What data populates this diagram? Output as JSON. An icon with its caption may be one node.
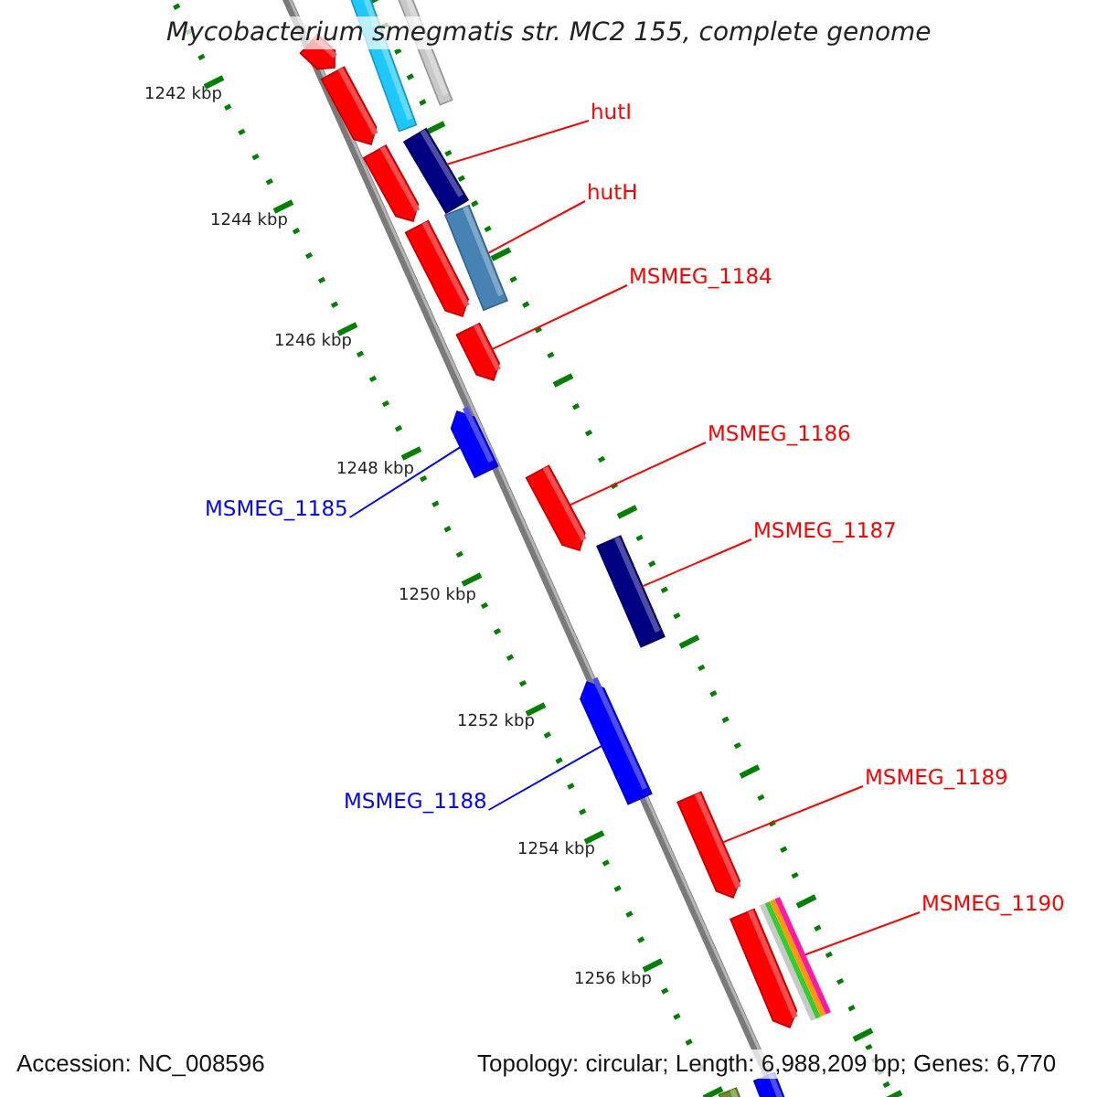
{
  "diagram": {
    "title": "Mycobacterium smegmatis str. MC2 155, complete genome",
    "nodes": [
      {
        "text": [
          "hutI"
        ]
      },
      {
        "text": [],
        "shape": "bar"
      },
      {
        "text": [
          "hutH"
        ]
      },
      {
        "text": [],
        "shape": "bar"
      },
      {
        "text": [
          "MSMEG_1184"
        ]
      },
      {
        "text": [],
        "shape": "bar"
      },
      {
        "text": [
          "MSMEG_1186"
        ]
      },
      {
        "text": [],
        "shape": "bar"
      },
      {
        "text": [
          "MSMEG_1185"
        ]
      },
      {
        "text": [],
        "shape": "bar"
      },
      {
        "text": [
          "MSMEG_1187"
        ]
      },
      {
        "text": [],
        "shape": "bar"
      },
      {
        "text": [
          "MSMEG_1188"
        ]
      },
      {
        "text": [],
        "shape": "bar"
      },
      {
        "text": [
          "MSMEG_1189"
        ]
      },
      {
        "text": [],
        "shape": "bar"
      },
      {
        "text": [
          "MSMEG_1190"
        ]
      },
      {
        "text": [],
        "shape": "bar"
      },
      {
        "text": [],
        "shape": "bar"
      },
      {
        "text": [],
        "shape": "bar"
      },
      {
        "text": [],
        "shape": "bar"
      },
      {
        "text": [],
        "shape": "bar"
      },
      {
        "text": [],
        "shape": "bar"
      },
      {
        "text": [],
        "shape": "bar"
      },
      {
        "text": [],
        "shape": "bar"
      },
      {
        "text": [],
        "shape": "bar"
      },
      {
        "text": [],
        "shape": "bar"
      }
    ],
    "edges": [
      {
        "from": 0,
        "to": 1,
        "arrow": "none"
      },
      {
        "from": 2,
        "to": 3,
        "arrow": "none"
      },
      {
        "from": 4,
        "to": 5,
        "arrow": "none"
      },
      {
        "from": 6,
        "to": 7,
        "arrow": "none"
      },
      {
        "from": 8,
        "to": 9,
        "arrow": "none",
        "color": "#0000ff"
      },
      {
        "from": 10,
        "to": 11,
        "arrow": "none"
      },
      {
        "from": 12,
        "to": 13,
        "arrow": "none",
        "color": "#0000ff"
      },
      {
        "from": 14,
        "to": 15,
        "arrow": "none"
      },
      {
        "from": 16,
        "to": 17,
        "arrow": "none"
      }
    ],
    "labels": [
      "1242 kbp",
      "1244 kbp",
      "1246 kbp",
      "1248 kbp",
      "1250 kbp",
      "1252 kbp",
      "1254 kbp",
      "1256 kbp",
      "Accession: NC_008596",
      "Topology: circular; Length: 6,988,209 bp; Genes: 6,770"
    ]
  }
}
